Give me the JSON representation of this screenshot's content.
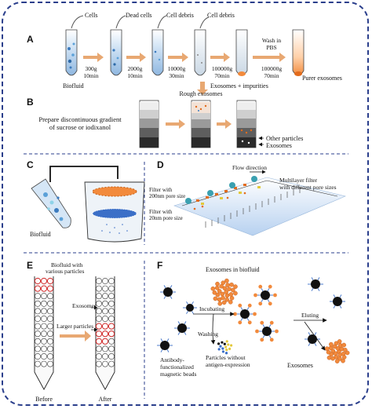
{
  "panels": {
    "a": "A",
    "b": "B",
    "c": "C",
    "d": "D",
    "e": "E",
    "f": "F"
  },
  "panel_a": {
    "source": "Biofluid",
    "removed": [
      "Cells",
      "Dead cells",
      "Cell debris",
      "Cell debris"
    ],
    "steps": [
      {
        "speed": "300g",
        "time": "10min"
      },
      {
        "speed": "2000g",
        "time": "10min"
      },
      {
        "speed": "10000g",
        "time": "30min"
      },
      {
        "speed": "100000g",
        "time": "70min"
      },
      {
        "speed": "100000g",
        "time": "70min"
      }
    ],
    "wash": [
      "Wash in",
      "PBS"
    ],
    "pellet_label": "Exosomes + impurities",
    "final_label": "Purer exosomes"
  },
  "panel_b": {
    "gradient_text": [
      "Prepare discontinuous gradient",
      "of sucrose or iodixanol"
    ],
    "rough_label": "Rough exosomes",
    "other_label": "Other particles",
    "exo_label": "Exosomes"
  },
  "panel_c": {
    "source": "Biofluid",
    "filter1": [
      "Filter with",
      "200nm pore size"
    ],
    "filter2": [
      "Filter with",
      "20nm pore size"
    ]
  },
  "panel_d": {
    "flow": "Flow direction",
    "filter": [
      "Multilayer filter",
      "with different pore sizes"
    ]
  },
  "panel_e": {
    "source": [
      "Biofluid with",
      "various particles"
    ],
    "exo": "Exosomes",
    "larger": "Larger particles",
    "before": "Before",
    "after": "After"
  },
  "panel_f": {
    "exo_in": "Exosomes in biofluid",
    "incubating": "Incubating",
    "washing": "Washing",
    "eluting": "Eluting",
    "beads": [
      "Antibody-",
      "functionalized",
      "magnetic beads"
    ],
    "particles": [
      "Particles without",
      "antigen-expression"
    ],
    "exo_out": "Exosomes"
  },
  "colors": {
    "frame": "#2b3f8c",
    "arrow": "#e8a872",
    "bead": "#111111",
    "exosome": "#f28a3c",
    "tube_blue": "#8fb7e0"
  }
}
